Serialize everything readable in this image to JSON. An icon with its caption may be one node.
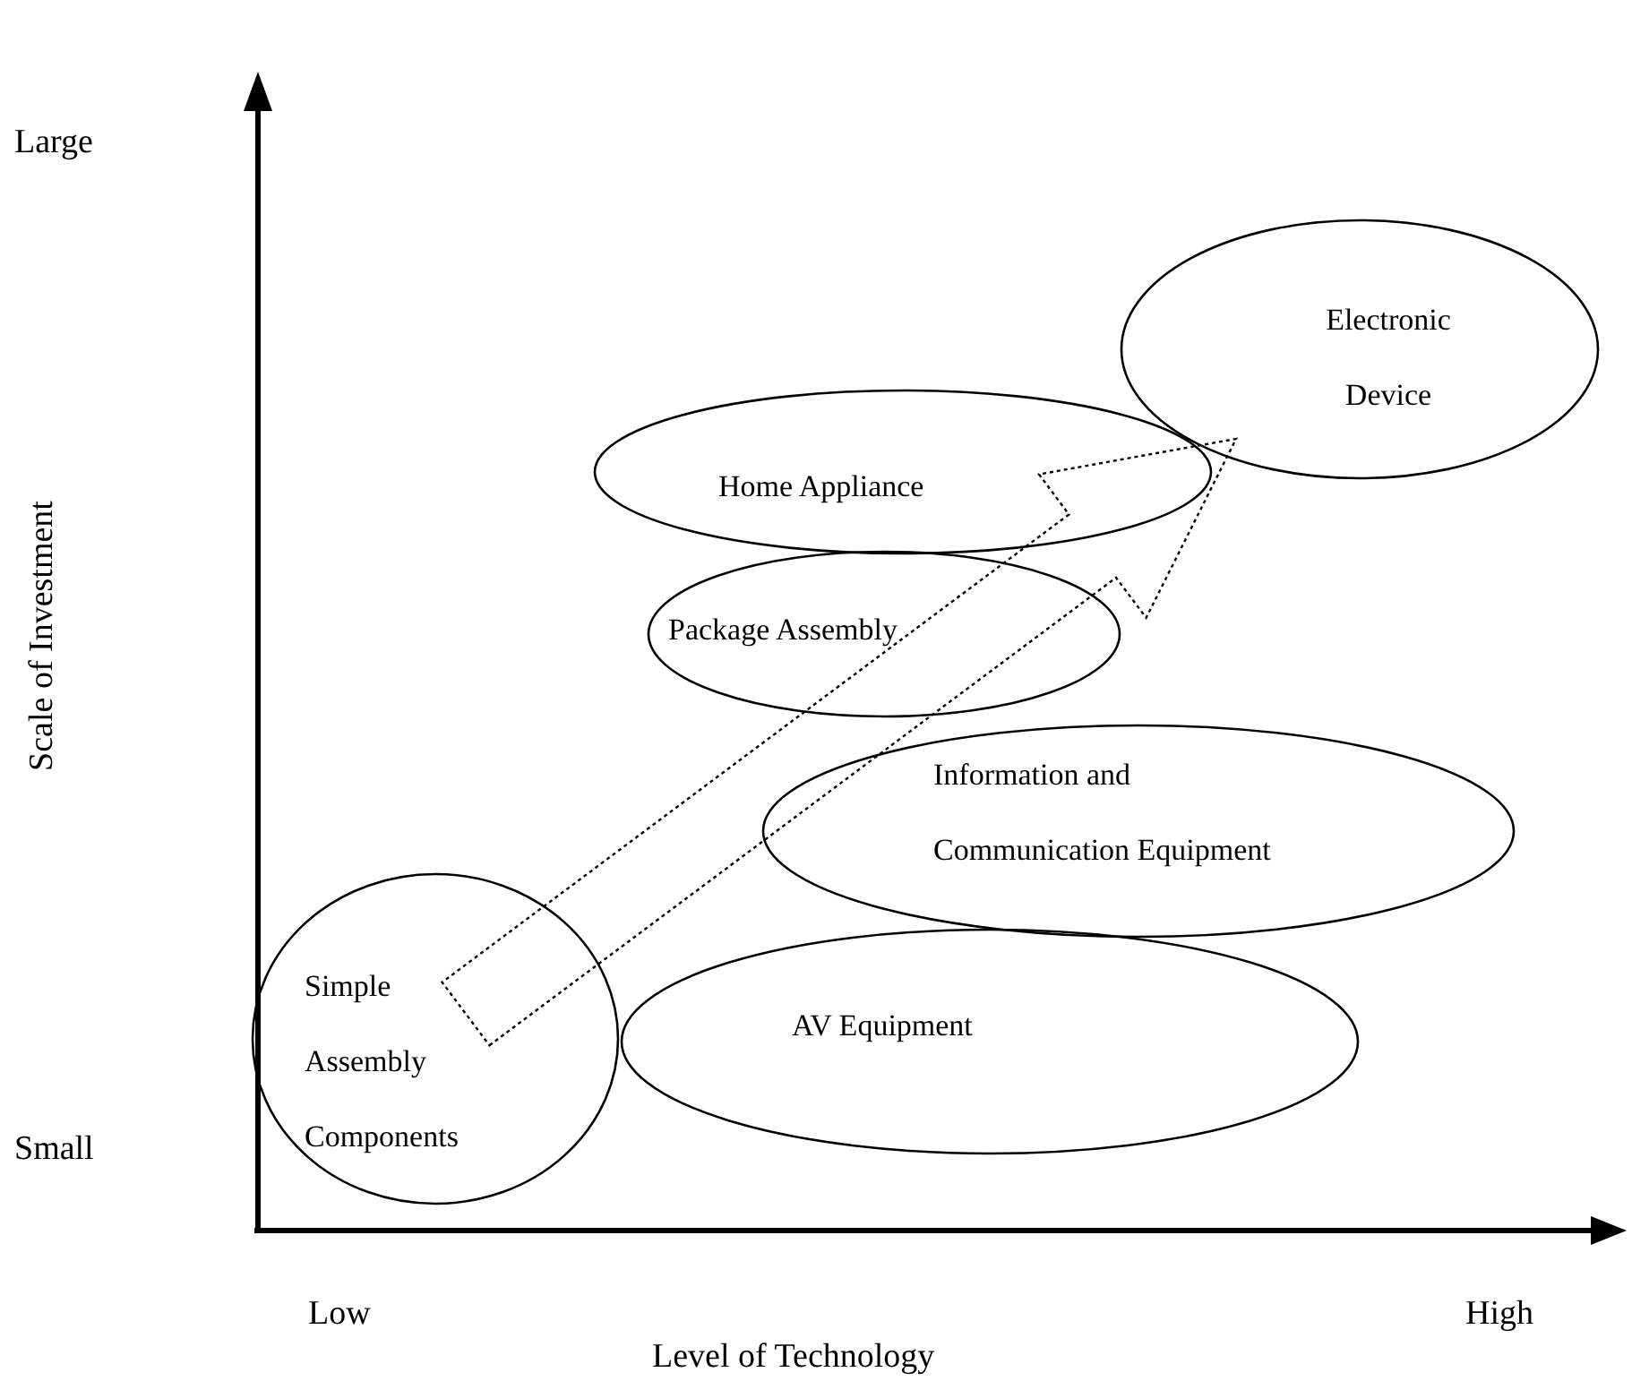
{
  "diagram": {
    "nodes": [
      {
        "text": [
          "Electronic Device"
        ]
      },
      {
        "text": [
          "Home Appliance"
        ]
      },
      {
        "text": [
          "Package Assembly"
        ]
      },
      {
        "text": [
          "Information and Communication Equipment"
        ]
      },
      {
        "text": [
          "Simple Assembly Components"
        ]
      },
      {
        "text": [
          "AV Equipment"
        ]
      }
    ],
    "edges": [
      {
        "from": 4,
        "to": 0,
        "arrow": "to",
        "style": "dashed"
      }
    ],
    "labels": [
      "Large",
      "Small",
      "Scale of Investment",
      "Low",
      "High",
      "Level of Technology"
    ]
  }
}
